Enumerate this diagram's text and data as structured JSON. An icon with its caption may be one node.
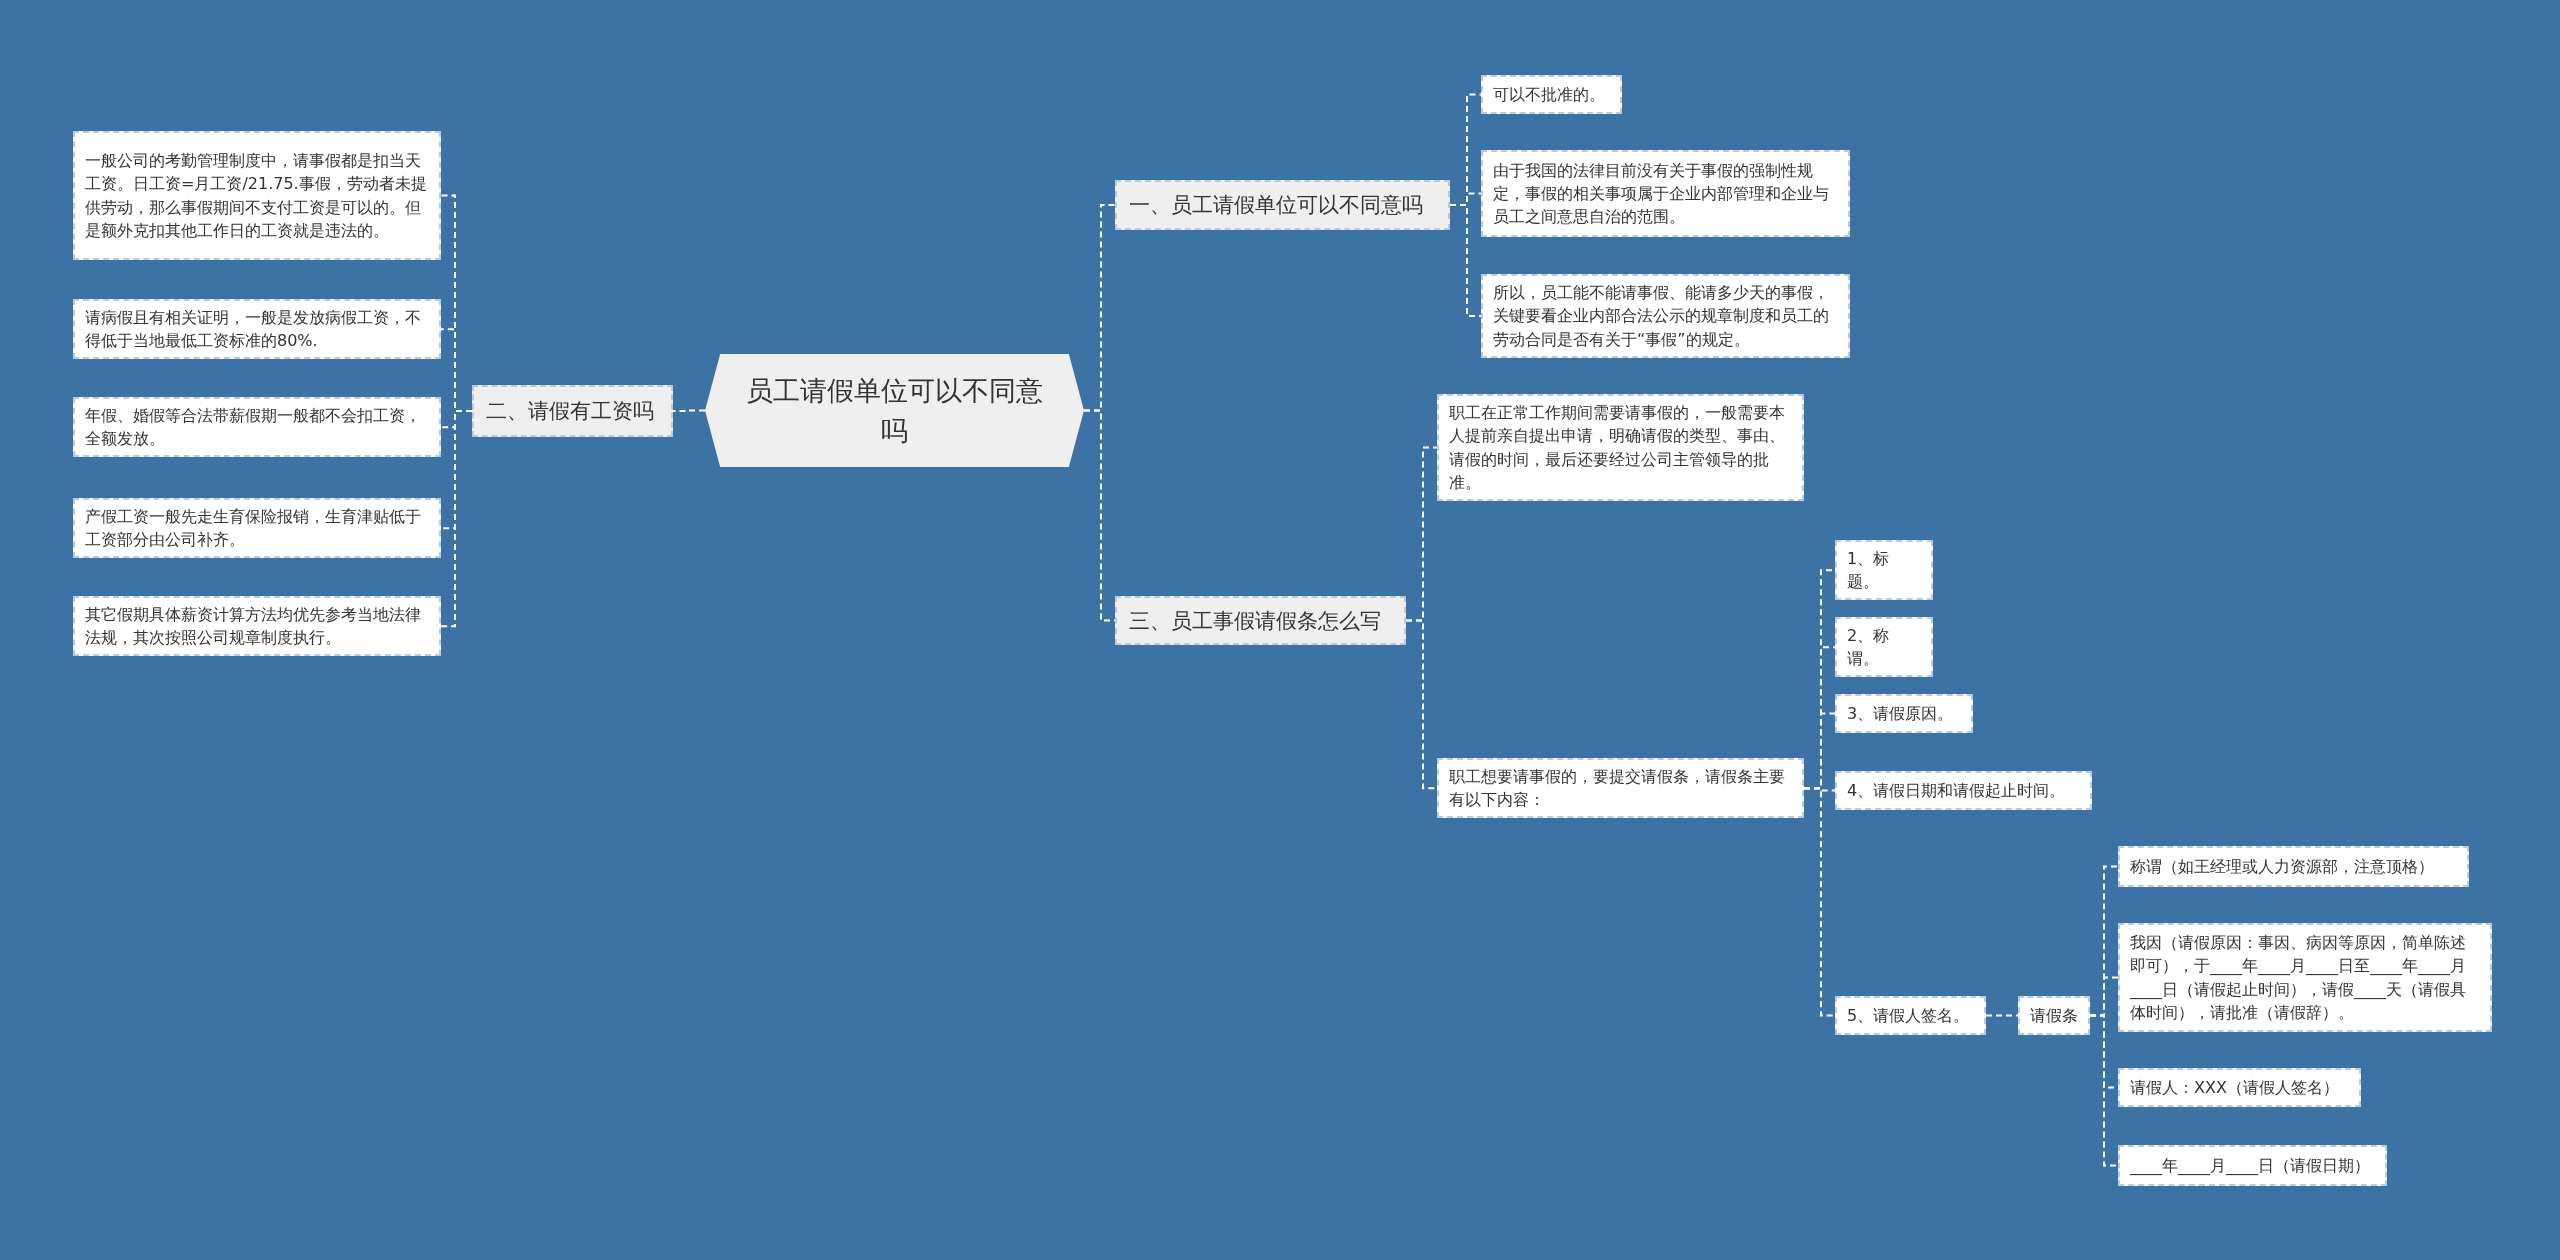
{
  "diagram": {
    "nodes": [
      {
        "text": [
          "员工请假单位可以不同意吗"
        ]
      },
      {
        "text": [
          "一、员工请假单位可以不同意吗"
        ]
      },
      {
        "text": [
          "可以不批准的。"
        ]
      },
      {
        "text": [
          "由于我国的法律目前没有关于事假的强制性规定，事假的相关事项属于企业内部管理和企业与员工之间意思自治的范围。"
        ]
      },
      {
        "text": [
          "所以，员工能不能请事假、能请多少天的事假，关键要看企业内部合法公示的规章制度和员工的劳动合同是否有关于“事假”的规定。"
        ]
      },
      {
        "text": [
          "二、请假有工资吗"
        ]
      },
      {
        "text": [
          "一般公司的考勤管理制度中，请事假都是扣当天工资。日工资=月工资/21.75.事假，劳动者未提供劳动，那么事假期间不支付工资是可以的。但是额外克扣其他工作日的工资就是违法的。"
        ]
      },
      {
        "text": [
          "请病假且有相关证明，一般是发放病假工资，不得低于当地最低工资标准的80%."
        ]
      },
      {
        "text": [
          "年假、婚假等合法带薪假期一般都不会扣工资，全额发放。"
        ]
      },
      {
        "text": [
          "产假工资一般先走生育保险报销，生育津贴低于工资部分由公司补齐。"
        ]
      },
      {
        "text": [
          "其它假期具体薪资计算方法均优先参考当地法律法规，其次按照公司规章制度执行。"
        ]
      },
      {
        "text": [
          "三、员工事假请假条怎么写"
        ]
      },
      {
        "text": [
          "职工在正常工作期间需要请事假的，一般需要本人提前亲自提出申请，明确请假的类型、事由、请假的时间，最后还要经过公司主管领导的批准。"
        ]
      },
      {
        "text": [
          "职工想要请事假的，要提交请假条，请假条主要有以下内容："
        ]
      },
      {
        "text": [
          "1、标题。"
        ]
      },
      {
        "text": [
          "2、称谓。"
        ]
      },
      {
        "text": [
          "3、请假原因。"
        ]
      },
      {
        "text": [
          "4、请假日期和请假起止时间。"
        ]
      },
      {
        "text": [
          "5、请假人签名。"
        ]
      },
      {
        "text": [
          "请假条"
        ]
      },
      {
        "text": [
          "称谓（如王经理或人力资源部，注意顶格）"
        ]
      },
      {
        "text": [
          "我因（请假原因：事因、病因等原因，简单陈述即可），于____年____月____日至____年____月____日（请假起止时间），请假____天（请假具体时间），请批准（请假辞）。"
        ]
      },
      {
        "text": [
          "请假人：XXX（请假人签名）"
        ]
      },
      {
        "text": [
          "____年____月____日（请假日期）"
        ]
      }
    ],
    "edges": [
      {
        "from": 0,
        "to": 1,
        "arrow": "none"
      },
      {
        "from": 1,
        "to": 2,
        "arrow": "none"
      },
      {
        "from": 1,
        "to": 3,
        "arrow": "none"
      },
      {
        "from": 1,
        "to": 4,
        "arrow": "none"
      },
      {
        "from": 0,
        "to": 5,
        "arrow": "none"
      },
      {
        "from": 5,
        "to": 6,
        "arrow": "none"
      },
      {
        "from": 5,
        "to": 7,
        "arrow": "none"
      },
      {
        "from": 5,
        "to": 8,
        "arrow": "none"
      },
      {
        "from": 5,
        "to": 9,
        "arrow": "none"
      },
      {
        "from": 5,
        "to": 10,
        "arrow": "none"
      },
      {
        "from": 0,
        "to": 11,
        "arrow": "none"
      },
      {
        "from": 11,
        "to": 12,
        "arrow": "none"
      },
      {
        "from": 11,
        "to": 13,
        "arrow": "none"
      },
      {
        "from": 13,
        "to": 14,
        "arrow": "none"
      },
      {
        "from": 13,
        "to": 15,
        "arrow": "none"
      },
      {
        "from": 13,
        "to": 16,
        "arrow": "none"
      },
      {
        "from": 13,
        "to": 17,
        "arrow": "none"
      },
      {
        "from": 13,
        "to": 18,
        "arrow": "none"
      },
      {
        "from": 18,
        "to": 19,
        "arrow": "none"
      },
      {
        "from": 19,
        "to": 20,
        "arrow": "none"
      },
      {
        "from": 19,
        "to": 21,
        "arrow": "none"
      },
      {
        "from": 19,
        "to": 22,
        "arrow": "none"
      },
      {
        "from": 19,
        "to": 23,
        "arrow": "none"
      }
    ]
  }
}
